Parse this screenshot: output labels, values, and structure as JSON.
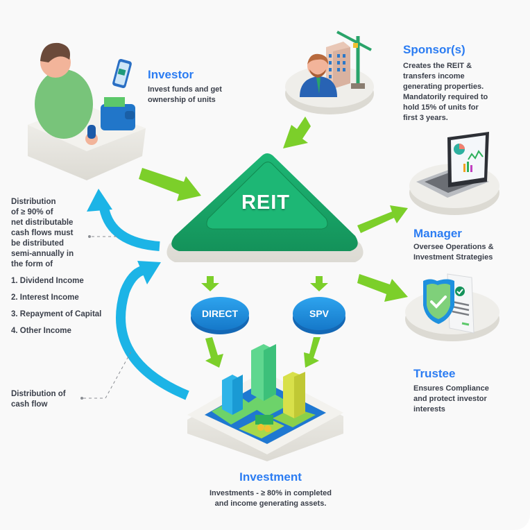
{
  "center": {
    "label": "REIT"
  },
  "nodes": {
    "investor": {
      "title": "Investor",
      "description_lines": [
        "Invest funds and get",
        "ownership of units"
      ]
    },
    "sponsor": {
      "title": "Sponsor(s)",
      "description_lines": [
        "Creates the REIT &",
        "transfers income",
        "generating properties.",
        "Mandatorily required to",
        "hold 15% of units for",
        "first 3 years."
      ]
    },
    "manager": {
      "title": "Manager",
      "description_lines": [
        "Oversee Operations &",
        "Investment Strategies"
      ]
    },
    "trustee": {
      "title": "Trustee",
      "description_lines": [
        "Ensures Compliance",
        "and protect investor",
        "interests"
      ]
    },
    "investment": {
      "title": "Investment",
      "description_lines": [
        "Investments - ≥ 80% in completed",
        "and income generating assets."
      ]
    }
  },
  "routes": {
    "direct": "DIRECT",
    "spv": "SPV"
  },
  "distribution_note": {
    "lines": [
      "Distribution",
      "of ≥ 90% of",
      "net distributable",
      "cash flows must",
      "be distributed",
      "semi-annually in",
      "the form of"
    ],
    "items": [
      "1. Dividend Income",
      "2. Interest Income",
      "3. Repayment of Capital",
      "4. Other Income"
    ]
  },
  "cashflow_note": {
    "lines": [
      "Distribution of",
      "cash flow"
    ]
  },
  "colors": {
    "title_blue": "#2b7cf2",
    "reit_green": "#1fa46a",
    "arrow_green": "#7ccf2a",
    "flow_cyan": "#1cb4e6",
    "route_blue": "#1f8fe0",
    "platform": "#ecebe6",
    "text": "#3a3f4a"
  }
}
